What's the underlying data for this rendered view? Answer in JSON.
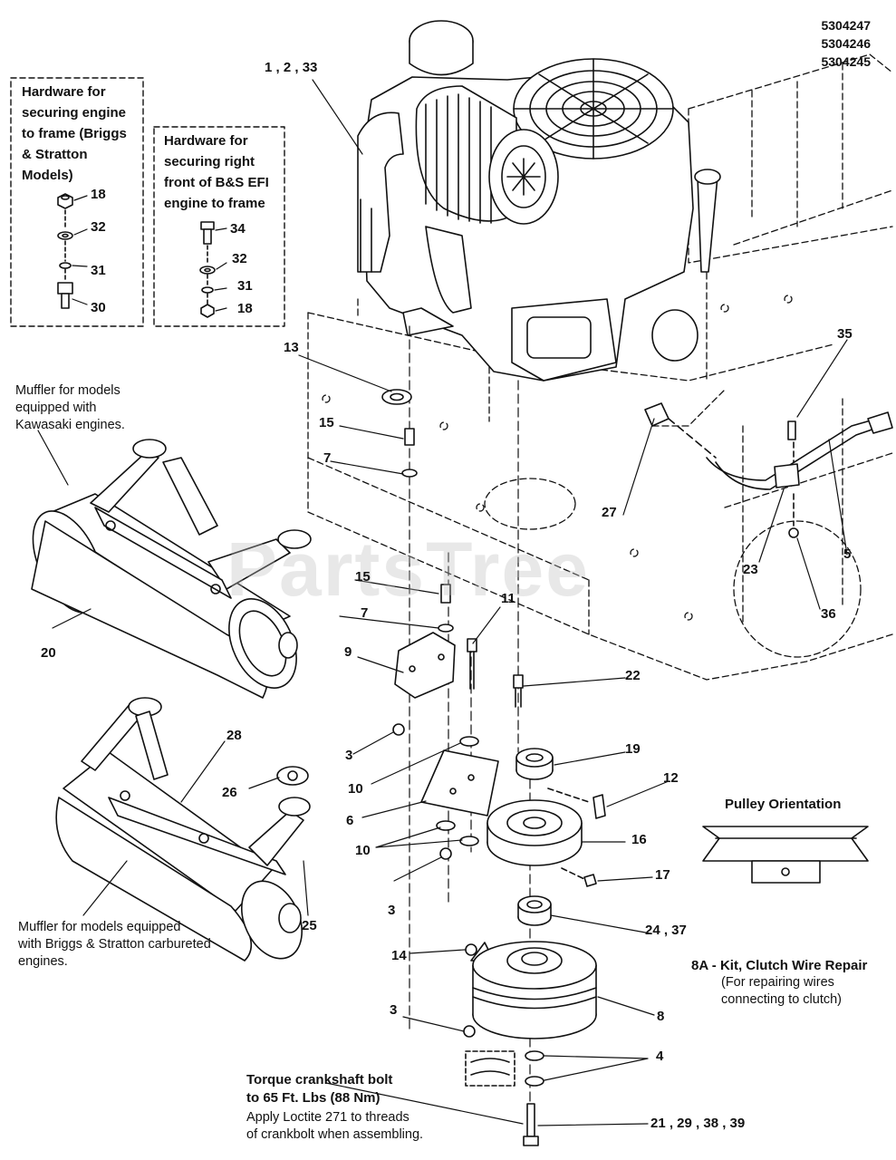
{
  "model_numbers": [
    "5304247",
    "5304246",
    "5304245"
  ],
  "watermark": "PartsTree",
  "boxes": {
    "briggs_frame_hardware": {
      "title_lines": [
        "Hardware for",
        "securing engine",
        "to frame (Briggs",
        "& Stratton",
        "Models)"
      ],
      "parts": [
        "18",
        "32",
        "31",
        "30"
      ]
    },
    "efi_hardware": {
      "title_lines": [
        "Hardware for",
        "securing right",
        "front of B&S EFI",
        "engine to frame"
      ],
      "parts": [
        "34",
        "32",
        "31",
        "18"
      ]
    }
  },
  "callouts": {
    "engine": "1 , 2 , 33",
    "c13": "13",
    "c15a": "15",
    "c7a": "7",
    "c15b": "15",
    "c7b": "7",
    "c9": "9",
    "c11": "11",
    "c22": "22",
    "c3a": "3",
    "c10a": "10",
    "c6": "6",
    "c10b": "10",
    "c3b": "3",
    "c14": "14",
    "c3c": "3",
    "c19": "19",
    "c12": "12",
    "c16": "16",
    "c17": "17",
    "c24_37": "24 , 37",
    "c8": "8",
    "c4": "4",
    "c21_39": "21 , 29 , 38 , 39",
    "c27": "27",
    "c35": "35",
    "c23": "23",
    "c5": "5",
    "c36": "36",
    "c20": "20",
    "c28": "28",
    "c26": "26",
    "c25": "25"
  },
  "notes": {
    "kawasaki_muffler": [
      "Muffler for models",
      "equipped with",
      "Kawasaki engines."
    ],
    "bs_muffler": [
      "Muffler for models equipped",
      "with Briggs & Stratton carbureted",
      "engines."
    ],
    "pulley_orientation": "Pulley Orientation",
    "clutch_kit_title": "8A - Kit, Clutch Wire Repair",
    "clutch_kit_desc": [
      "(For repairing wires",
      "connecting to clutch)"
    ],
    "torque_title": [
      "Torque crankshaft bolt",
      "to 65 Ft. Lbs (88 Nm)"
    ],
    "torque_desc": [
      "Apply Loctite 271 to threads",
      "of crankbolt when assembling."
    ]
  }
}
